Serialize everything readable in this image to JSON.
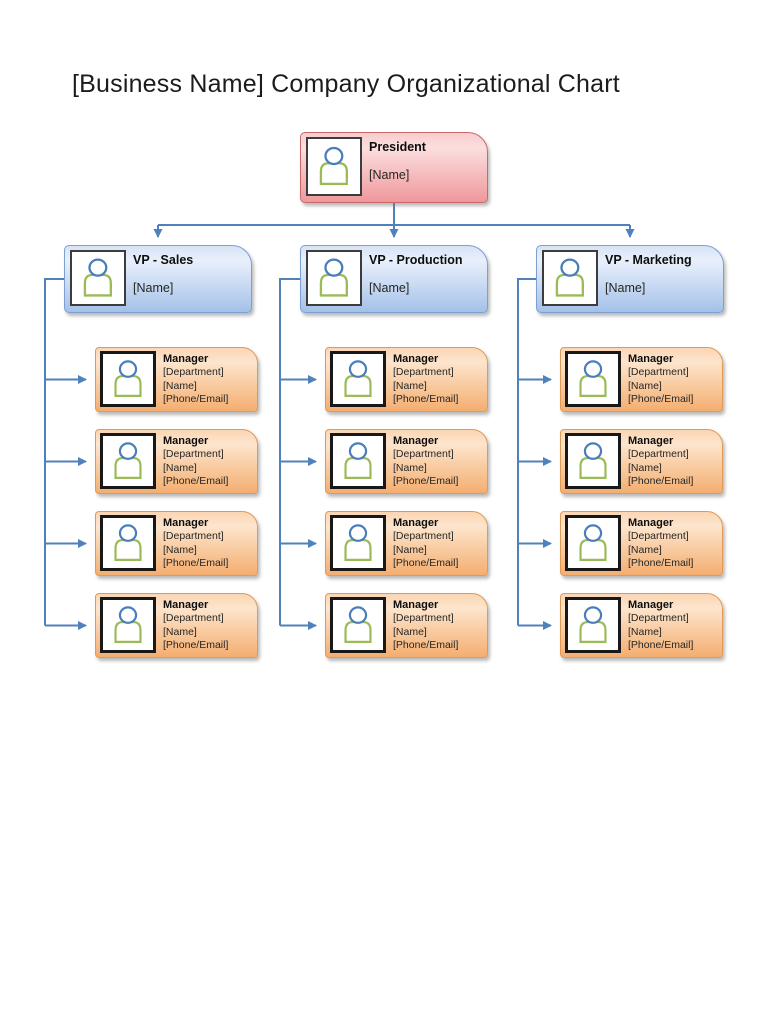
{
  "title": "[Business Name] Company Organizational Chart",
  "colors": {
    "connector_blue": "#4f81bd",
    "president_fill_top": "#fcdede",
    "president_fill_bottom": "#ef989b",
    "president_border": "#c9696c",
    "vp_fill_top": "#e9f0fc",
    "vp_fill_bottom": "#a4c1e8",
    "vp_border": "#7ba0d1",
    "manager_fill_top": "#fde5cd",
    "manager_fill_bottom": "#f4ae70",
    "manager_border": "#e09a56",
    "icon_head_blue": "#4a7ebb",
    "icon_body_green": "#9bbb59",
    "photo_border": "#181818"
  },
  "icons": {
    "node_photo": "person-icon"
  },
  "tree": {
    "president": {
      "title": "President",
      "name": "[Name]"
    },
    "vps": [
      {
        "title": "VP - Sales",
        "name": "[Name]",
        "managers": [
          {
            "title": "Manager",
            "department": "[Department]",
            "name": "[Name]",
            "contact": "[Phone/Email]"
          },
          {
            "title": "Manager",
            "department": "[Department]",
            "name": "[Name]",
            "contact": "[Phone/Email]"
          },
          {
            "title": "Manager",
            "department": "[Department]",
            "name": "[Name]",
            "contact": "[Phone/Email]"
          },
          {
            "title": "Manager",
            "department": "[Department]",
            "name": "[Name]",
            "contact": "[Phone/Email]"
          }
        ]
      },
      {
        "title": "VP - Production",
        "name": "[Name]",
        "managers": [
          {
            "title": "Manager",
            "department": "[Department]",
            "name": "[Name]",
            "contact": "[Phone/Email]"
          },
          {
            "title": "Manager",
            "department": "[Department]",
            "name": "[Name]",
            "contact": "[Phone/Email]"
          },
          {
            "title": "Manager",
            "department": "[Department]",
            "name": "[Name]",
            "contact": "[Phone/Email]"
          },
          {
            "title": "Manager",
            "department": "[Department]",
            "name": "[Name]",
            "contact": "[Phone/Email]"
          }
        ]
      },
      {
        "title": "VP - Marketing",
        "name": "[Name]",
        "managers": [
          {
            "title": "Manager",
            "department": "[Department]",
            "name": "[Name]",
            "contact": "[Phone/Email]"
          },
          {
            "title": "Manager",
            "department": "[Department]",
            "name": "[Name]",
            "contact": "[Phone/Email]"
          },
          {
            "title": "Manager",
            "department": "[Department]",
            "name": "[Name]",
            "contact": "[Phone/Email]"
          },
          {
            "title": "Manager",
            "department": "[Department]",
            "name": "[Name]",
            "contact": "[Phone/Email]"
          }
        ]
      }
    ]
  }
}
